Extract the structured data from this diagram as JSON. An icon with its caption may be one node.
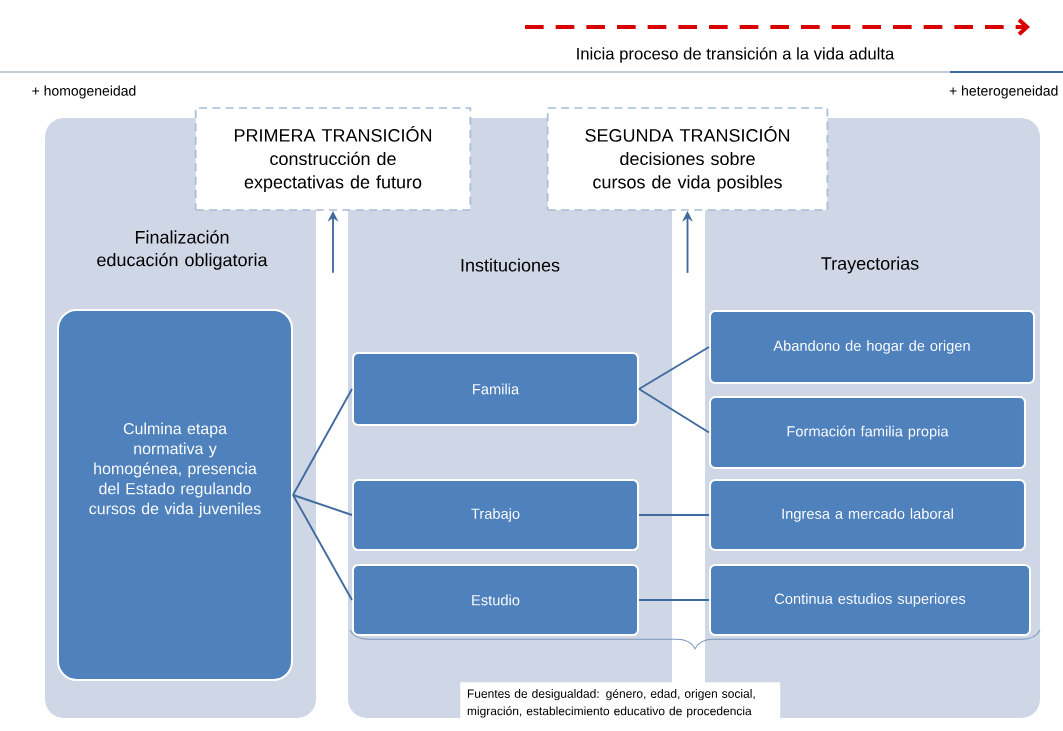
{
  "diagram": {
    "nodes": [
      {
        "text": [
          "PRIMERA TRANSICIÓN",
          "construcción de expectativas de futuro"
        ]
      },
      {
        "text": [
          "SEGUNDA TRANSICIÓN",
          "decisiones sobre cursos de vida posibles"
        ]
      },
      {
        "text": [
          "Finalización educación obligatoria"
        ]
      },
      {
        "text": [
          "Culmina etapa normativa y homogénea, presencia del Estado regulando cursos de vida juveniles"
        ],
        "in": 2
      },
      {
        "text": [
          "Instituciones"
        ]
      },
      {
        "text": [
          "Familia"
        ],
        "in": 4
      },
      {
        "text": [
          "Trabajo"
        ],
        "in": 4
      },
      {
        "text": [
          "Estudio"
        ],
        "in": 4
      },
      {
        "text": [
          "Trayectorias"
        ]
      },
      {
        "text": [
          "Abandono de hogar de origen"
        ],
        "in": 8
      },
      {
        "text": [
          "Formación familia propia"
        ],
        "in": 8
      },
      {
        "text": [
          "Ingresa a mercado laboral"
        ],
        "in": 8
      },
      {
        "text": [
          "Continua estudios superiores"
        ],
        "in": 8
      },
      {
        "text": [
          "Fuentes de desigualdad: género, edad, origen social, migración, establecimiento educativo de procedencia"
        ]
      }
    ],
    "edges": [
      {
        "from": null,
        "to": 0,
        "arrow": "to"
      },
      {
        "from": null,
        "to": 1,
        "arrow": "to"
      },
      {
        "from": 3,
        "to": 5,
        "arrow": "none"
      },
      {
        "from": 3,
        "to": 6,
        "arrow": "none"
      },
      {
        "from": 3,
        "to": 7,
        "arrow": "none"
      },
      {
        "from": 5,
        "to": 9,
        "arrow": "none"
      },
      {
        "from": 5,
        "to": 10,
        "arrow": "none"
      },
      {
        "from": 6,
        "to": 11,
        "arrow": "none"
      },
      {
        "from": 7,
        "to": 12,
        "arrow": "none"
      }
    ],
    "labels": [
      "Inicia proceso de transición a la vida adulta",
      "+ homogeneidad",
      "+ heterogeneidad"
    ]
  }
}
